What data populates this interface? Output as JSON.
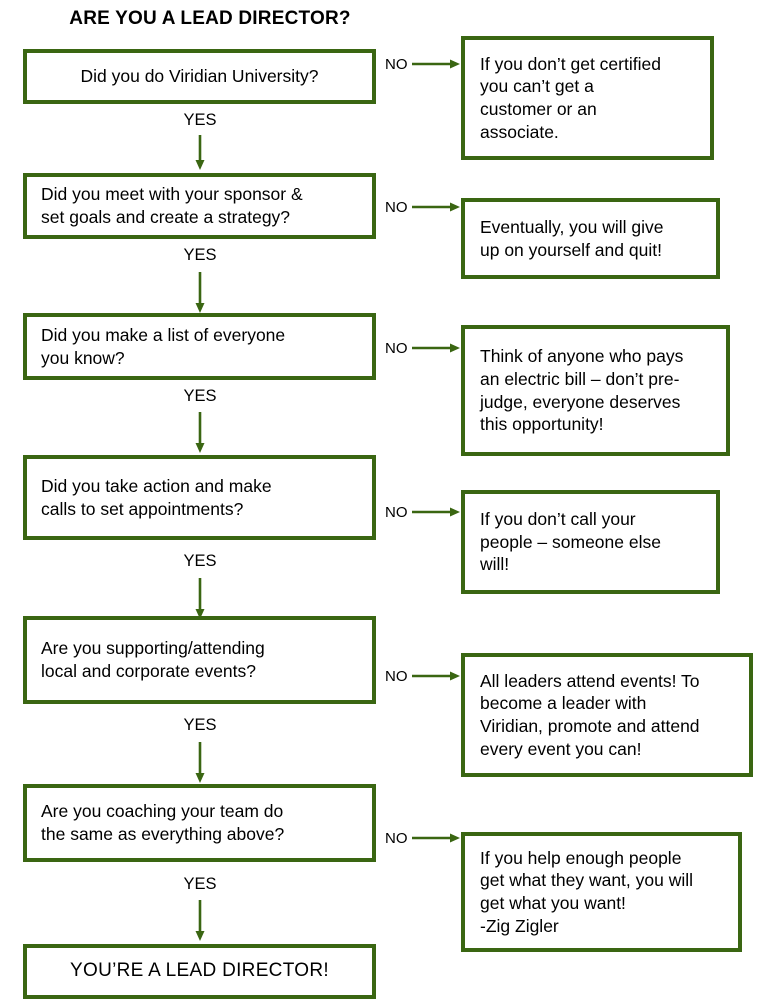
{
  "title": "ARE YOU A LEAD DIRECTOR?",
  "colors": {
    "border_green": "#3a6612",
    "arrow_green": "#3a6612",
    "text": "#000000",
    "background": "#ffffff"
  },
  "labels": {
    "yes": "YES",
    "no": "NO"
  },
  "questions": [
    {
      "id": "q1",
      "text": "Did you do Viridian University?"
    },
    {
      "id": "q2",
      "text": "Did you meet with your sponsor &\nset goals and create a strategy?"
    },
    {
      "id": "q3",
      "text": "Did you make a list of everyone\nyou know?"
    },
    {
      "id": "q4",
      "text": "Did you take action and make\ncalls to set appointments?"
    },
    {
      "id": "q5",
      "text": "Are you supporting/attending\nlocal and corporate events?"
    },
    {
      "id": "q6",
      "text": "Are you coaching your team do\nthe same as everything above?"
    }
  ],
  "responses": [
    {
      "id": "r1",
      "text": "If you don’t get certified\nyou can’t get a\ncustomer or an\nassociate."
    },
    {
      "id": "r2",
      "text": "Eventually, you will give\nup on yourself and quit!"
    },
    {
      "id": "r3",
      "text": "Think of anyone who pays\nan electric bill – don’t pre-\njudge, everyone deserves\nthis opportunity!"
    },
    {
      "id": "r4",
      "text": "If you don’t call your\npeople – someone else\nwill!"
    },
    {
      "id": "r5",
      "text": "All leaders attend events! To\nbecome a leader with\nViridian, promote and attend\nevery event you can!"
    },
    {
      "id": "r6",
      "text": "If you help enough people\nget what they want, you will\nget what you want!\n-Zig Zigler"
    }
  ],
  "outcome": {
    "id": "outcome",
    "text": "YOU’RE A  LEAD DIRECTOR!"
  },
  "flow": {
    "yes_branches": 6,
    "no_branches": 6,
    "description": "Six sequential YES-path questions ending in the LEAD DIRECTOR outcome; each question has a NO branch to an advice box."
  }
}
